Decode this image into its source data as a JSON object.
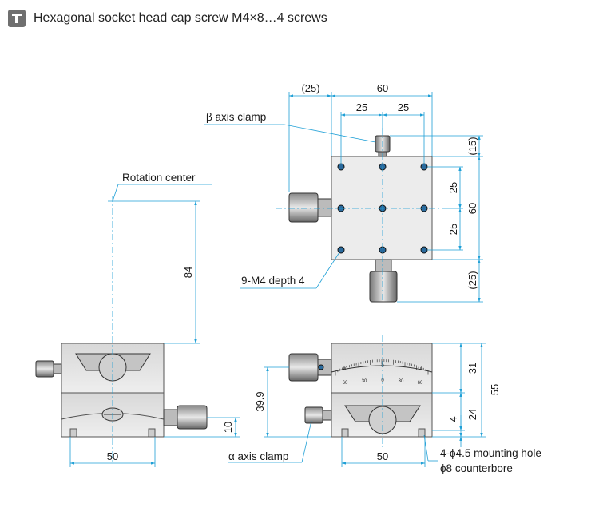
{
  "header": {
    "text": "Hexagonal socket head cap screw M4×8…4 screws"
  },
  "labels": {
    "beta_clamp": "β axis clamp",
    "rotation_center": "Rotation center",
    "tapped_holes": "9-M4 depth 4",
    "alpha_clamp": "α axis clamp",
    "mounting_hole": "4-ϕ4.5 mounting hole",
    "counterbore": "ϕ8 counterbore"
  },
  "dims": {
    "top_offset": "(25)",
    "top_width": "60",
    "top_half_left": "25",
    "top_half_right": "25",
    "right_top": "(15)",
    "right_mid_a": "25",
    "right_mid_b": "25",
    "right_total": "60",
    "right_bottom": "(25)",
    "height_84": "84",
    "left_side_10": "10",
    "left_width": "50",
    "front_height": "39.9",
    "front_31": "31",
    "front_55": "55",
    "front_24": "24",
    "front_4": "4",
    "front_width": "50"
  },
  "scale": {
    "top": [
      "10",
      "0",
      "10"
    ],
    "bottom": [
      "60",
      "30",
      "0",
      "30",
      "60"
    ]
  }
}
